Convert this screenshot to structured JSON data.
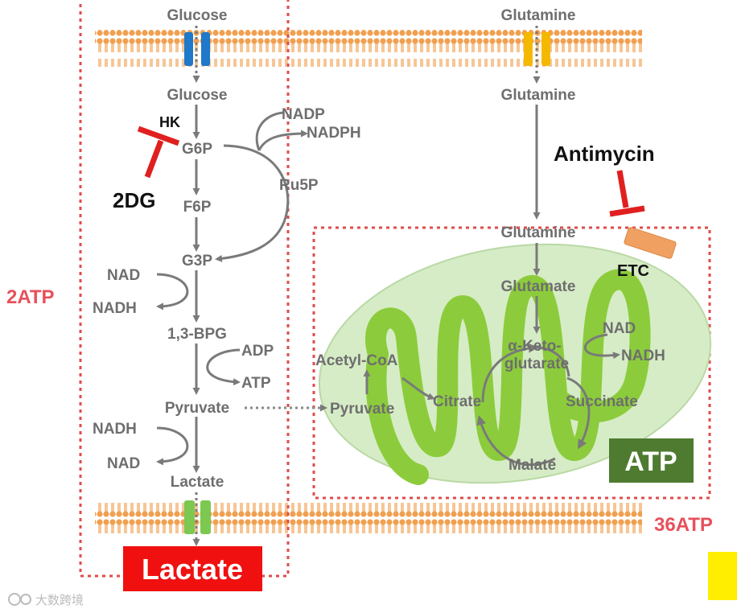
{
  "labels": {
    "glucose_out": "Glucose",
    "glucose_in": "Glucose",
    "hk": "HK",
    "g6p": "G6P",
    "f6p": "F6P",
    "g3p": "G3P",
    "bpg": "1,3-BPG",
    "pyruvate_cyto": "Pyruvate",
    "lactate_in": "Lactate",
    "lactate_out": "Lactate",
    "nadp": "NADP",
    "nadph": "NADPH",
    "ru5p": "Ru5P",
    "nad_1": "NAD",
    "nadh_1": "NADH",
    "adp": "ADP",
    "atp_small": "ATP",
    "nadh_2": "NADH",
    "nad_2": "NAD",
    "glutamine_out": "Glutamine",
    "glutamine_in": "Glutamine",
    "glutamine_mito": "Glutamine",
    "glutamate": "Glutamate",
    "akg": "α-Keto-\nglutarate",
    "acetyl_coa": "Acetyl-CoA",
    "pyruvate_mito": "Pyruvate",
    "citrate": "Citrate",
    "succinate": "Succinate",
    "malate": "Malate",
    "nad_3": "NAD",
    "nadh_3": "NADH",
    "etc": "ETC",
    "antimycin": "Antimycin",
    "inhibitor_2dg": "2DG",
    "atp_2": "2ATP",
    "atp_36": "36ATP",
    "atp_big": "ATP",
    "watermark": "大数跨境"
  },
  "colors": {
    "membrane": "#f0a050",
    "glut_channel": "#1f78c8",
    "glutamine_channel": "#f5b800",
    "mct_channel": "#7cc850",
    "mito_fill": "#d6ecc6",
    "cristae": "#8ccc3c",
    "etc": "#f0a060",
    "inhibitor": "#e02020",
    "dotted_box": "#e04b4b",
    "atp_box": "#4e7b30",
    "lactate_box": "#f01010",
    "yellow_block": "#ffee00"
  }
}
